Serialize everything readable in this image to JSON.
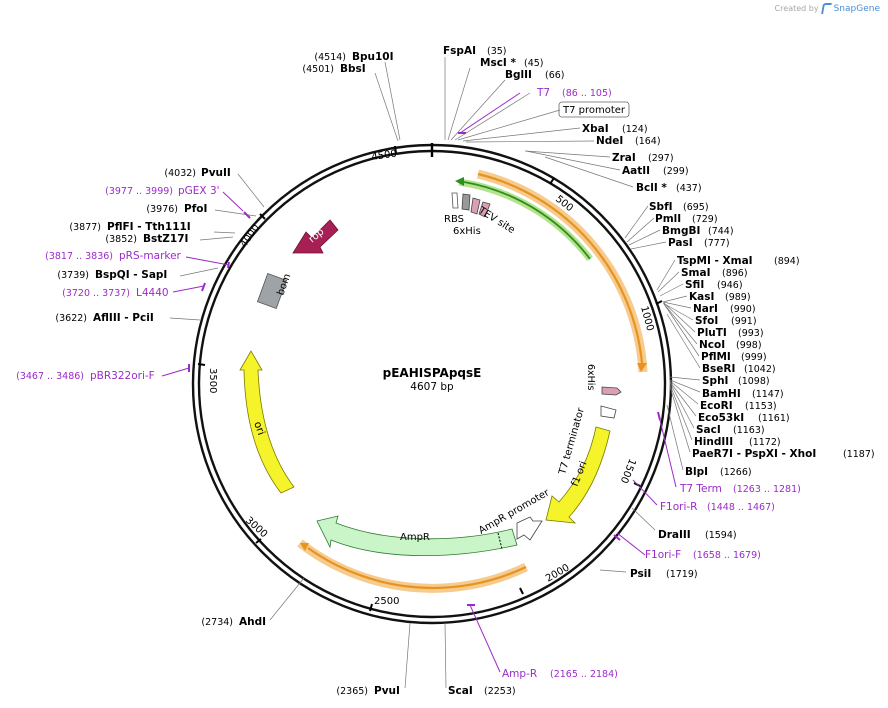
{
  "branding": {
    "created_by": "Created by",
    "product": "SnapGene"
  },
  "plasmid": {
    "name": "pEAHISPApqsE",
    "size": "4607 bp"
  },
  "ticks": [
    "500",
    "1000",
    "1500",
    "2000",
    "2500",
    "3000",
    "3500",
    "4000",
    "4500"
  ],
  "features": {
    "rop": "rop",
    "bom": "bom",
    "ori": "ori",
    "amp_r": "AmpR",
    "amp_r_promoter": "AmpR promoter",
    "f1_ori": "f1 ori",
    "t7_terminator": "T7 terminator",
    "his_6x_right": "6xHis",
    "rbs": "RBS",
    "his_6x": "6xHis",
    "tev_site": "TEV site"
  },
  "t7_promoter_box": "T7 promoter",
  "enzymes_right": [
    {
      "name": "FspAI",
      "pos": "(35)"
    },
    {
      "name": "MscI *",
      "pos": "(45)"
    },
    {
      "name": "BglII",
      "pos": "(66)"
    },
    {
      "name": "XbaI",
      "pos": "(124)"
    },
    {
      "name": "NdeI",
      "pos": "(164)"
    },
    {
      "name": "ZraI",
      "pos": "(297)"
    },
    {
      "name": "AatII",
      "pos": "(299)"
    },
    {
      "name": "BclI *",
      "pos": "(437)"
    },
    {
      "name": "SbfI",
      "pos": "(695)"
    },
    {
      "name": "PmlI",
      "pos": "(729)"
    },
    {
      "name": "BmgBI",
      "pos": "(744)"
    },
    {
      "name": "PasI",
      "pos": "(777)"
    },
    {
      "name": "TspMI - XmaI",
      "pos": "(894)"
    },
    {
      "name": "SmaI",
      "pos": "(896)"
    },
    {
      "name": "SfiI",
      "pos": "(946)"
    },
    {
      "name": "KasI",
      "pos": "(989)"
    },
    {
      "name": "NarI",
      "pos": "(990)"
    },
    {
      "name": "SfoI",
      "pos": "(991)"
    },
    {
      "name": "PluTI",
      "pos": "(993)"
    },
    {
      "name": "NcoI",
      "pos": "(998)"
    },
    {
      "name": "PflMI",
      "pos": "(999)"
    },
    {
      "name": "BseRI",
      "pos": "(1042)"
    },
    {
      "name": "SphI",
      "pos": "(1098)"
    },
    {
      "name": "BamHI",
      "pos": "(1147)"
    },
    {
      "name": "EcoRI",
      "pos": "(1153)"
    },
    {
      "name": "Eco53kI",
      "pos": "(1161)"
    },
    {
      "name": "SacI",
      "pos": "(1163)"
    },
    {
      "name": "HindIII",
      "pos": "(1172)"
    },
    {
      "name": "PaeR7I - PspXI - XhoI",
      "pos": "(1187)"
    },
    {
      "name": "BlpI",
      "pos": "(1266)"
    },
    {
      "name": "DraIII",
      "pos": "(1594)"
    },
    {
      "name": "PsiI",
      "pos": "(1719)"
    },
    {
      "name": "ScaI",
      "pos": "(2253)"
    }
  ],
  "enzymes_left": [
    {
      "name": "Bpu10I",
      "pos": "(4514)"
    },
    {
      "name": "BbsI",
      "pos": "(4501)"
    },
    {
      "name": "PvuII",
      "pos": "(4032)"
    },
    {
      "name": "PfoI",
      "pos": "(3976)"
    },
    {
      "name": "PflFI - Tth111I",
      "pos": "(3877)"
    },
    {
      "name": "BstZ17I",
      "pos": "(3852)"
    },
    {
      "name": "BspQI - SapI",
      "pos": "(3739)"
    },
    {
      "name": "AflIII - PciI",
      "pos": "(3622)"
    },
    {
      "name": "AhdI",
      "pos": "(2734)"
    },
    {
      "name": "PvuI",
      "pos": "(2365)"
    }
  ],
  "primers": [
    {
      "name": "T7",
      "range": "(86 .. 105)"
    },
    {
      "name": "pGEX 3'",
      "range": "(3977 .. 3999)"
    },
    {
      "name": "pRS-marker",
      "range": "(3817 .. 3836)"
    },
    {
      "name": "L4440",
      "range": "(3720 .. 3737)"
    },
    {
      "name": "pBR322ori-F",
      "range": "(3467 .. 3486)"
    },
    {
      "name": "T7 Term",
      "range": "(1263 .. 1281)"
    },
    {
      "name": "F1ori-R",
      "range": "(1448 .. 1467)"
    },
    {
      "name": "F1ori-F",
      "range": "(1658 .. 1679)"
    },
    {
      "name": "Amp-R",
      "range": "(2165 .. 2184)"
    }
  ]
}
